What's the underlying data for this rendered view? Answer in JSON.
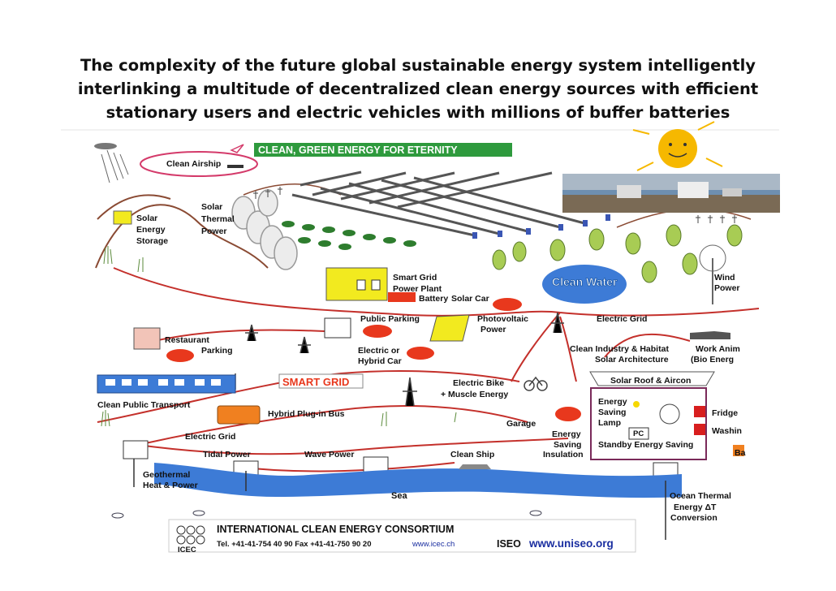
{
  "title_lines": [
    "The complexity of the future global sustainable energy system intelligently",
    "interlinking a multitude of decentralized clean energy sources with efficient",
    "stationary users and electric vehicles with millions of buffer batteries"
  ],
  "diagram": {
    "headline": "CLEAN, GREEN ENERGY FOR ETERNITY",
    "smart_grid": "SMART GRID",
    "clean_water": "Clean Water",
    "labels": {
      "clean_airship": "Clean Airship",
      "solar_energy_storage": [
        "Solar",
        "Energy",
        "Storage"
      ],
      "solar_thermal_power": [
        "Solar",
        "Thermal",
        "Power"
      ],
      "smart_grid_power_plant": [
        "Smart Grid",
        "Power Plant"
      ],
      "battery": "Battery",
      "solar_car": "Solar Car",
      "public_parking": "Public Parking",
      "photovoltaic_power": [
        "Photovoltaic",
        "Power"
      ],
      "electric_grid_right": "Electric Grid",
      "restaurant_parking": [
        "Restaurant",
        "Parking"
      ],
      "electric_hybrid_car": [
        "Electric or",
        "Hybrid Car"
      ],
      "clean_industry": [
        "Clean Industry & Habitat",
        "Solar Architecture"
      ],
      "work_animals": [
        "Work Anim",
        "(Bio Energ"
      ],
      "wind_power": [
        "Wind",
        "Power"
      ],
      "electric_bike": [
        "Electric Bike",
        "+ Muscle Energy"
      ],
      "solar_roof": "Solar Roof & Aircon",
      "clean_public_transport": "Clean Public Transport",
      "hybrid_bus": "Hybrid Plug-in Bus",
      "garage": "Garage",
      "energy_saving_lamp": [
        "Energy",
        "Saving",
        "Lamp"
      ],
      "fridge": "Fridge",
      "washing": "Washin",
      "pc": "PC",
      "energy_saving_insulation": [
        "Energy",
        "Saving",
        "Insulation"
      ],
      "standby_energy_saving": "Standby Energy Saving",
      "ba": "Ba",
      "electric_grid_left": "Electric Grid",
      "tidal_power": "Tidal Power",
      "wave_power": "Wave Power",
      "clean_ship": "Clean Ship",
      "geothermal": [
        "Geothermal",
        "Heat & Power"
      ],
      "sea": "Sea",
      "ocean_thermal": [
        "Ocean Thermal",
        "Energy  ΔT",
        "Conversion"
      ]
    }
  },
  "footer": {
    "consortium": "INTERNATIONAL CLEAN ENERGY CONSORTIUM",
    "contact": "Tel.  +41-41-754 40 90 Fax    +41-41-750 90 20",
    "icec_url": "www.icec.ch",
    "logo_text": "ICEC",
    "iseo": "ISEO",
    "uniseo_url": "www.uniseo.org"
  },
  "colors": {
    "grid_line": "#c4302b",
    "sea": "#3d7bd6",
    "headline_bg": "#2e9a3d",
    "sun": "#f6b800",
    "building": "#f2ea1f",
    "tree": "#a8cc54",
    "car": "#e8381d"
  }
}
